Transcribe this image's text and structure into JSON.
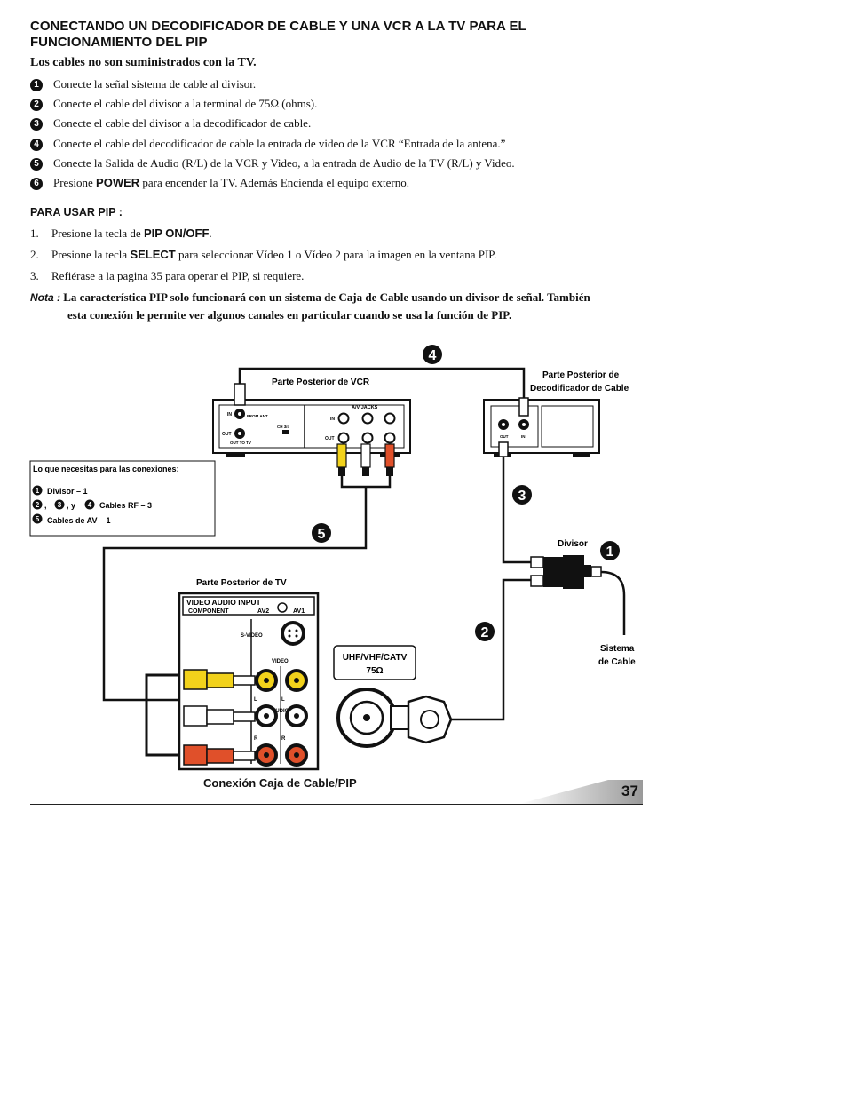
{
  "title": "CONECTANDO UN DECODIFICADOR DE CABLE Y UNA VCR A LA TV PARA EL FUNCIONAMIENTO DEL PIP",
  "cables_note": "Los cables no son suministrados con la TV.",
  "steps": [
    {
      "num": "1",
      "text": "Conecte la señal sistema de cable al divisor."
    },
    {
      "num": "2",
      "text": "Conecte el cable del divisor  a la terminal de 75Ω (ohms)."
    },
    {
      "num": "3",
      "text": "Conecte el cable del divisor a la decodificador de cable."
    },
    {
      "num": "4",
      "text": "Conecte el cable del decodificador de cable la entrada de video de la VCR “Entrada de la antena.”"
    },
    {
      "num": "5",
      "text": "Conecte la Salida de Audio (R/L) de la VCR y Video, a la entrada de Audio de la TV (R/L) y Video."
    },
    {
      "num": "6",
      "text_before": "Presione ",
      "bold": "POWER",
      "text_after": " para encender la TV. Además Encienda el equipo externo."
    }
  ],
  "pip": {
    "heading": "PARA USAR PIP :",
    "items": [
      {
        "n": "1.",
        "before": "Presione la tecla de ",
        "bold": "PIP ON/OFF",
        "after": "."
      },
      {
        "n": "2.",
        "before": "Presione la tecla ",
        "bold": "SELECT",
        "after": " para seleccionar Vídeo 1 o Vídeo 2 para la imagen en la ventana PIP."
      },
      {
        "n": "3.",
        "before": "Refiérase a la pagina 35 para operar el PIP, si requiere.",
        "bold": "",
        "after": ""
      }
    ]
  },
  "note": {
    "label": "Nota :",
    "line1": "La característica PIP solo funcionará con un sistema de Caja de Cable usando un divisor de señal. También",
    "line2": "esta conexión le permite ver algunos canales en particular cuando se usa la función de PIP."
  },
  "diagram": {
    "vcr_label": "Parte Posterior de VCR",
    "decoder_label_1": "Parte Posterior de",
    "decoder_label_2": "Decodificador de Cable",
    "tv_label": "Parte Posterior de TV",
    "splitter_label": "Divisor",
    "cable_system_1": "Sistema",
    "cable_system_2": "de Cable",
    "uhf_label_1": "UHF/VHF/CATV",
    "uhf_label_2": "75Ω",
    "needs_title": "Lo que necesitas para las conexiones:",
    "needs_1": "Divisor – 1",
    "needs_2": "Cables RF – 3",
    "needs_3": "Cables de AV  – 1",
    "needs_sep_1": ",",
    "needs_sep_2": ", y",
    "tv_panel_header_1": "VIDEO AUDIO INPUT",
    "tv_panel_header_2": "COMPONENT",
    "tv_av2": "AV2",
    "tv_av1": "AV1",
    "tv_svideo": "S-VIDEO",
    "tv_video": "VIDEO",
    "tv_audio": "AUDIO",
    "tv_l": "L",
    "tv_r": "R",
    "vcr_av_jacks": "A/V JACKS",
    "vcr_in": "IN",
    "vcr_out": "OUT",
    "vcr_rf_in": "IN",
    "vcr_rf_out": "OUT",
    "vcr_from_ant": "FROM ANT.",
    "vcr_to_tv": "OUT TO TV",
    "vcr_ch": "CH 3/4",
    "dec_in": "IN",
    "dec_out": "OUT",
    "step_markers": [
      "1",
      "2",
      "3",
      "4",
      "5"
    ]
  },
  "caption": "Conexión Caja de Cable/PIP",
  "page_number": "37"
}
